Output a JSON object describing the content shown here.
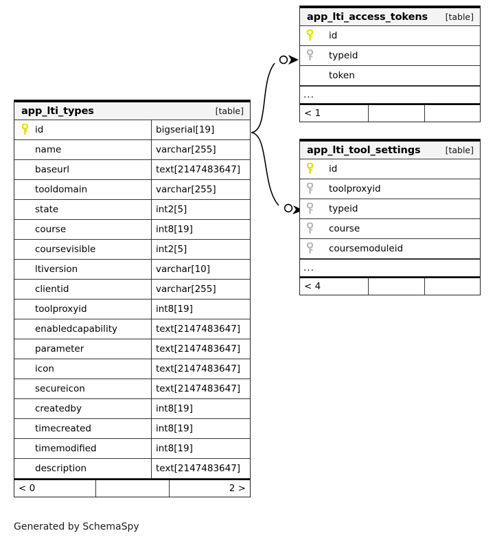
{
  "diagram": {
    "caption": "Generated by SchemaSpy",
    "table_tag": "[table]",
    "ellipsis": "...",
    "colors": {
      "primary_key": "#e8e800",
      "foreign_key": "#b3b3b3",
      "header_bg": "#f4f4f4",
      "border": "#333333",
      "background": "#ffffff",
      "text": "#000000"
    }
  },
  "tables": {
    "lti_types": {
      "name": "app_lti_types",
      "tag": "[table]",
      "columns": [
        {
          "key": "primary",
          "name": "id",
          "type": "bigserial[19]"
        },
        {
          "key": "none",
          "name": "name",
          "type": "varchar[255]"
        },
        {
          "key": "none",
          "name": "baseurl",
          "type": "text[2147483647]"
        },
        {
          "key": "none",
          "name": "tooldomain",
          "type": "varchar[255]"
        },
        {
          "key": "none",
          "name": "state",
          "type": "int2[5]"
        },
        {
          "key": "none",
          "name": "course",
          "type": "int8[19]"
        },
        {
          "key": "none",
          "name": "coursevisible",
          "type": "int2[5]"
        },
        {
          "key": "none",
          "name": "ltiversion",
          "type": "varchar[10]"
        },
        {
          "key": "none",
          "name": "clientid",
          "type": "varchar[255]"
        },
        {
          "key": "none",
          "name": "toolproxyid",
          "type": "int8[19]"
        },
        {
          "key": "none",
          "name": "enabledcapability",
          "type": "text[2147483647]"
        },
        {
          "key": "none",
          "name": "parameter",
          "type": "text[2147483647]"
        },
        {
          "key": "none",
          "name": "icon",
          "type": "text[2147483647]"
        },
        {
          "key": "none",
          "name": "secureicon",
          "type": "text[2147483647]"
        },
        {
          "key": "none",
          "name": "createdby",
          "type": "int8[19]"
        },
        {
          "key": "none",
          "name": "timecreated",
          "type": "int8[19]"
        },
        {
          "key": "none",
          "name": "timemodified",
          "type": "int8[19]"
        },
        {
          "key": "none",
          "name": "description",
          "type": "text[2147483647]"
        }
      ],
      "has_ellipsis": false,
      "footer": {
        "left": "< 0",
        "middle": "",
        "right": "2 >"
      }
    },
    "lti_access_tokens": {
      "name": "app_lti_access_tokens",
      "tag": "[table]",
      "columns": [
        {
          "key": "primary",
          "name": "id",
          "type": ""
        },
        {
          "key": "foreign",
          "name": "typeid",
          "type": ""
        },
        {
          "key": "none",
          "name": "token",
          "type": ""
        }
      ],
      "has_ellipsis": true,
      "footer": {
        "left": "< 1",
        "middle": "",
        "right": ""
      }
    },
    "lti_tool_settings": {
      "name": "app_lti_tool_settings",
      "tag": "[table]",
      "columns": [
        {
          "key": "primary",
          "name": "id",
          "type": ""
        },
        {
          "key": "foreign",
          "name": "toolproxyid",
          "type": ""
        },
        {
          "key": "foreign",
          "name": "typeid",
          "type": ""
        },
        {
          "key": "foreign",
          "name": "course",
          "type": ""
        },
        {
          "key": "foreign",
          "name": "coursemoduleid",
          "type": ""
        }
      ],
      "has_ellipsis": true,
      "footer": {
        "left": "< 4",
        "middle": "",
        "right": ""
      }
    }
  },
  "relationships": [
    {
      "from": "app_lti_types.id",
      "to": "app_lti_access_tokens.typeid",
      "cardinality": "zero-or-one"
    },
    {
      "from": "app_lti_types.id",
      "to": "app_lti_tool_settings.typeid",
      "cardinality": "zero-or-one"
    }
  ]
}
